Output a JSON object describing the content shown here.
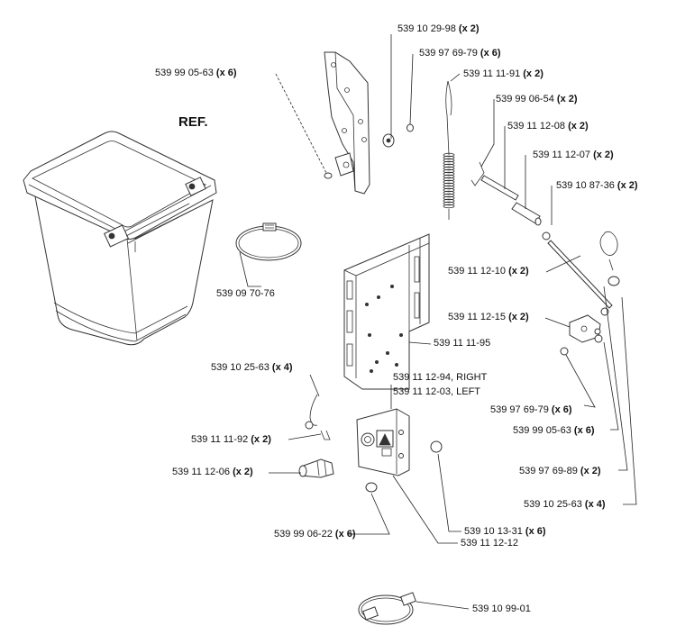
{
  "ref_label": "REF.",
  "callouts": [
    {
      "id": "c1",
      "code": "539 10 29-98",
      "qty": "(x 2)"
    },
    {
      "id": "c2",
      "code": "539 97 69-79",
      "qty": "(x 6)"
    },
    {
      "id": "c3",
      "code": "539 99 05-63",
      "qty": "(x 6)"
    },
    {
      "id": "c4",
      "code": "539 11 11-91",
      "qty": "(x 2)"
    },
    {
      "id": "c5",
      "code": "539 99 06-54",
      "qty": "(x 2)"
    },
    {
      "id": "c6",
      "code": "539 11 12-08",
      "qty": "(x 2)"
    },
    {
      "id": "c7",
      "code": "539 11 12-07",
      "qty": "(x 2)"
    },
    {
      "id": "c8",
      "code": "539 10 87-36",
      "qty": "(x 2)"
    },
    {
      "id": "c9",
      "code": "539 09 70-76",
      "qty": ""
    },
    {
      "id": "c10",
      "code": "539 11 12-10",
      "qty": "(x 2)"
    },
    {
      "id": "c11",
      "code": "539 11 12-15",
      "qty": "(x 2)"
    },
    {
      "id": "c12",
      "code": "539 11 11-95",
      "qty": ""
    },
    {
      "id": "c13",
      "code": "539 10 25-63",
      "qty": "(x 4)"
    },
    {
      "id": "c14",
      "code": "539 11 12-94, RIGHT",
      "qty": ""
    },
    {
      "id": "c15",
      "code": "539 11 12-03, LEFT",
      "qty": ""
    },
    {
      "id": "c16",
      "code": "539 97 69-79",
      "qty": "(x 6)"
    },
    {
      "id": "c17",
      "code": "539 11 11-92",
      "qty": "(x 2)"
    },
    {
      "id": "c18",
      "code": "539 99 05-63",
      "qty": "(x 6)"
    },
    {
      "id": "c19",
      "code": "539 11 12-06",
      "qty": "(x 2)"
    },
    {
      "id": "c20",
      "code": "539 97 69-89",
      "qty": "(x 2)"
    },
    {
      "id": "c21",
      "code": "539 10 25-63",
      "qty": "(x 4)"
    },
    {
      "id": "c22",
      "code": "539 10 13-31",
      "qty": "(x 6)"
    },
    {
      "id": "c23",
      "code": "539 99 06-22",
      "qty": "(x 6)"
    },
    {
      "id": "c24",
      "code": "539 11 12-12",
      "qty": ""
    },
    {
      "id": "c25",
      "code": "539 10 99-01",
      "qty": ""
    }
  ]
}
